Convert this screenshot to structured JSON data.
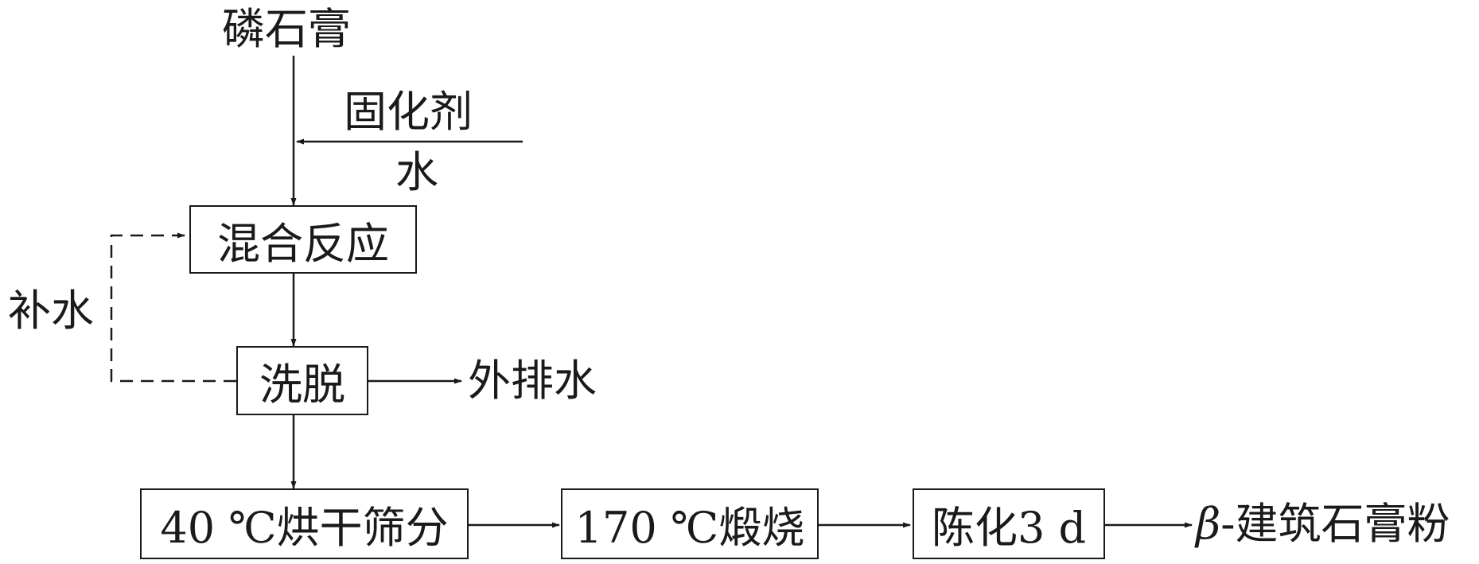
{
  "inputs": {
    "raw": "磷石膏",
    "curing_agent": "固化剂",
    "water": "水",
    "makeup_water": "补水"
  },
  "steps": {
    "mix": "混合反应",
    "elute": "洗脱",
    "dry_sieve": "40 ℃烘干筛分",
    "calcine": "170 ℃煅烧",
    "age": "陈化3 d"
  },
  "outputs": {
    "discharge_water": "外排水",
    "product_symbol": "β",
    "product_name": "-建筑石膏粉"
  },
  "colors": {
    "line": "#1a1a1a",
    "background": "#ffffff"
  }
}
